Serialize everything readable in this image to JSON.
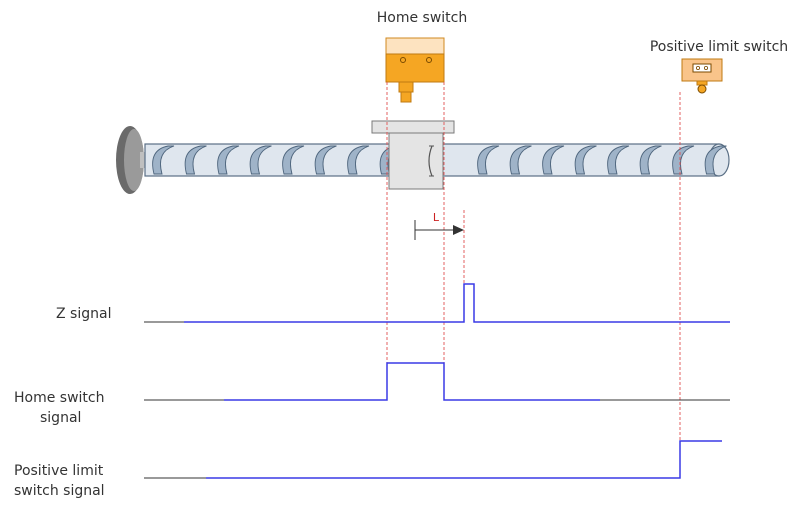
{
  "labels": {
    "home_switch": "Home switch",
    "positive_limit_switch": "Positive limit switch",
    "distance": "L",
    "z_signal": "Z signal",
    "home_switch_signal_line1": "Home switch",
    "home_switch_signal_line2": "signal",
    "positive_limit_signal_line1": "Positive limit",
    "positive_limit_signal_line2": "switch signal"
  },
  "colors": {
    "signal": "#3a3ae6",
    "baseline": "#333333",
    "guide": "#e05050",
    "switch_body": "#f5a623",
    "switch_top": "#fde3c0",
    "screw": "#dfe6ee",
    "screw_thread": "#9fb3c8",
    "carriage": "#e4e4e4"
  }
}
